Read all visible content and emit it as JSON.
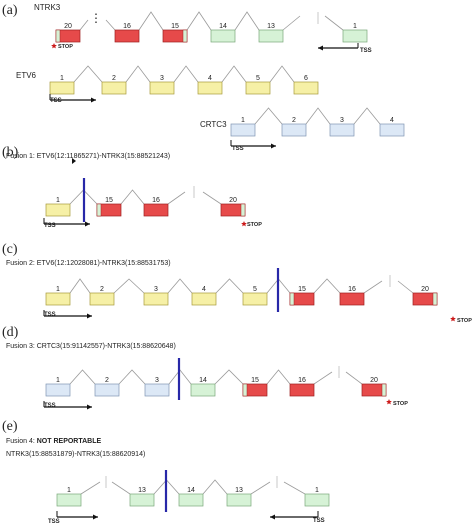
{
  "colors": {
    "yellow_fill": "#f6f0a6",
    "yellow_stroke": "#a89a3c",
    "blue_fill": "#dce8f6",
    "blue_stroke": "#7f95b3",
    "green_fill": "#d6f2d6",
    "green_stroke": "#79a879",
    "red_fill": "#e64a4a",
    "red_stroke": "#9e2020",
    "intron": "#9a9a9a",
    "breakpoint": "#2828a8",
    "star": "#cc1a1a",
    "text": "#222222"
  },
  "labels": {
    "stop": "STOP",
    "tss": "TSS",
    "ellipsis": "⋮"
  },
  "panels": {
    "a": {
      "letter": "(a)",
      "genes": [
        {
          "name": "NTRK3",
          "exons": [
            "20",
            "16",
            "15",
            "14",
            "13",
            "1"
          ]
        },
        {
          "name": "ETV6",
          "exons": [
            "1",
            "2",
            "3",
            "4",
            "5",
            "6"
          ]
        },
        {
          "name": "CRTC3",
          "exons": [
            "1",
            "2",
            "3",
            "4"
          ]
        }
      ]
    },
    "b": {
      "letter": "(b)",
      "title": "Fusion 1: ETV6(12:11865271)-NTRK3(15:88521243)",
      "exons": [
        "1",
        "15",
        "16",
        "20"
      ]
    },
    "c": {
      "letter": "(c)",
      "title": "Fusion 2: ETV6(12:12028081)-NTRK3(15:88531753)",
      "exons": [
        "1",
        "2",
        "3",
        "4",
        "5",
        "15",
        "16",
        "20"
      ]
    },
    "d": {
      "letter": "(d)",
      "title": "Fusion 3: CRTC3(15:91142557)-NTRK3(15:88620648)",
      "exons": [
        "1",
        "2",
        "3",
        "14",
        "15",
        "16",
        "20"
      ]
    },
    "e": {
      "letter": "(e)",
      "title_prefix": "Fusion 4: ",
      "title_bold": "NOT REPORTABLE",
      "subtitle": "NTRK3(15:88531879)-NTRK3(15:88620914)",
      "exons": [
        "1",
        "13",
        "14",
        "13",
        "1"
      ]
    }
  }
}
